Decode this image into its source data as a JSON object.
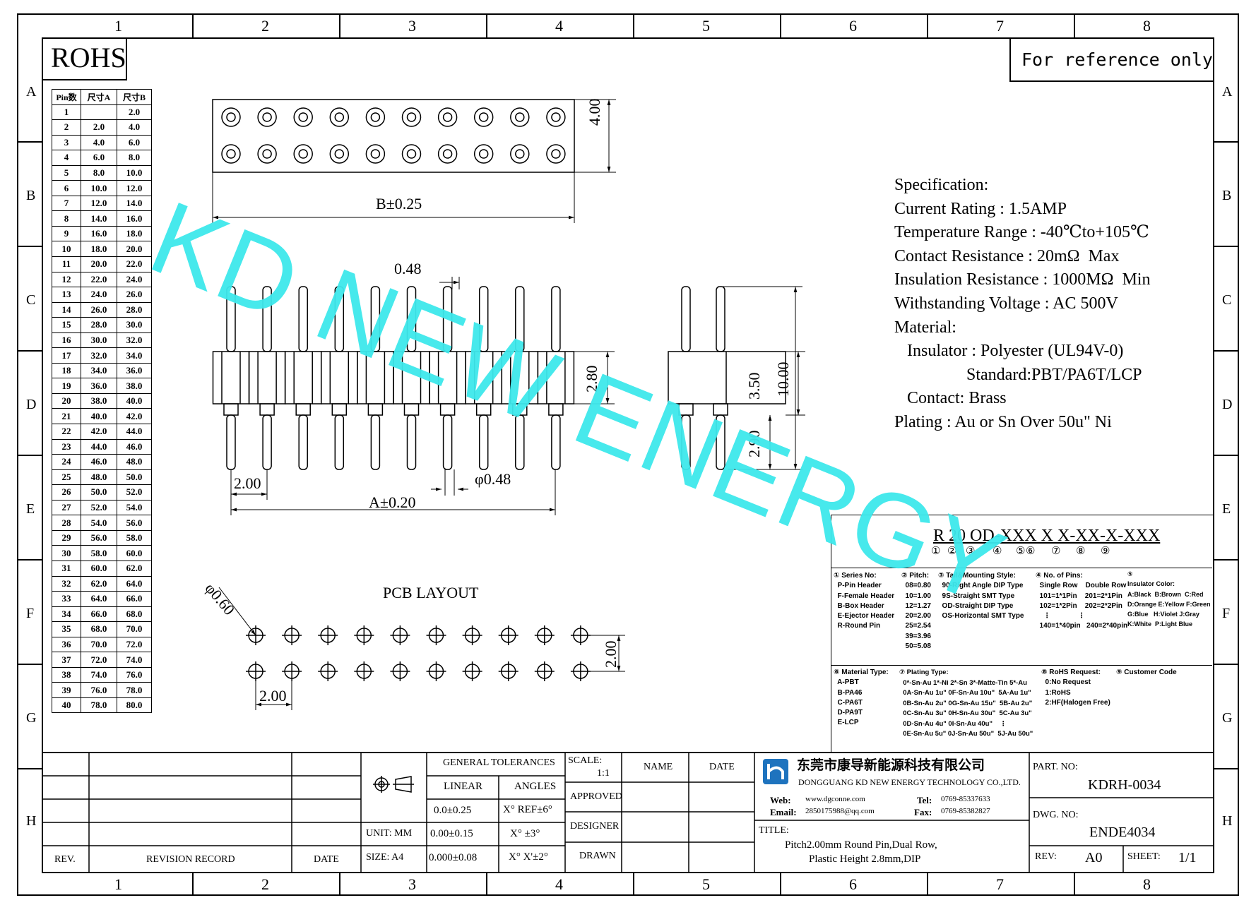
{
  "frame": {
    "columns": [
      "1",
      "2",
      "3",
      "4",
      "5",
      "6",
      "7",
      "8"
    ],
    "rows": [
      "A",
      "B",
      "C",
      "D",
      "E",
      "F",
      "G",
      "H"
    ]
  },
  "rohs_label": "ROHS",
  "reference_label": "For reference only",
  "watermark": "KD NEW ENERGY",
  "pin_table": {
    "headers": [
      "Pin数",
      "尺寸A",
      "尺寸B"
    ],
    "rows": [
      [
        "1",
        "",
        "2.0"
      ],
      [
        "2",
        "2.0",
        "4.0"
      ],
      [
        "3",
        "4.0",
        "6.0"
      ],
      [
        "4",
        "6.0",
        "8.0"
      ],
      [
        "5",
        "8.0",
        "10.0"
      ],
      [
        "6",
        "10.0",
        "12.0"
      ],
      [
        "7",
        "12.0",
        "14.0"
      ],
      [
        "8",
        "14.0",
        "16.0"
      ],
      [
        "9",
        "16.0",
        "18.0"
      ],
      [
        "10",
        "18.0",
        "20.0"
      ],
      [
        "11",
        "20.0",
        "22.0"
      ],
      [
        "12",
        "22.0",
        "24.0"
      ],
      [
        "13",
        "24.0",
        "26.0"
      ],
      [
        "14",
        "26.0",
        "28.0"
      ],
      [
        "15",
        "28.0",
        "30.0"
      ],
      [
        "16",
        "30.0",
        "32.0"
      ],
      [
        "17",
        "32.0",
        "34.0"
      ],
      [
        "18",
        "34.0",
        "36.0"
      ],
      [
        "19",
        "36.0",
        "38.0"
      ],
      [
        "20",
        "38.0",
        "40.0"
      ],
      [
        "21",
        "40.0",
        "42.0"
      ],
      [
        "22",
        "42.0",
        "44.0"
      ],
      [
        "23",
        "44.0",
        "46.0"
      ],
      [
        "24",
        "46.0",
        "48.0"
      ],
      [
        "25",
        "48.0",
        "50.0"
      ],
      [
        "26",
        "50.0",
        "52.0"
      ],
      [
        "27",
        "52.0",
        "54.0"
      ],
      [
        "28",
        "54.0",
        "56.0"
      ],
      [
        "29",
        "56.0",
        "58.0"
      ],
      [
        "30",
        "58.0",
        "60.0"
      ],
      [
        "31",
        "60.0",
        "62.0"
      ],
      [
        "32",
        "62.0",
        "64.0"
      ],
      [
        "33",
        "64.0",
        "66.0"
      ],
      [
        "34",
        "66.0",
        "68.0"
      ],
      [
        "35",
        "68.0",
        "70.0"
      ],
      [
        "36",
        "70.0",
        "72.0"
      ],
      [
        "37",
        "72.0",
        "74.0"
      ],
      [
        "38",
        "74.0",
        "76.0"
      ],
      [
        "39",
        "76.0",
        "78.0"
      ],
      [
        "40",
        "78.0",
        "80.0"
      ]
    ]
  },
  "dimensions": {
    "width_4": "4.00",
    "b_dim": "B±0.25",
    "pin_w": "0.48",
    "h_280": "2.80",
    "h_350": "3.50",
    "h_1000": "10.00",
    "h_290": "2.90",
    "pitch_200": "2.00",
    "dia_048": "φ0.48",
    "a_dim": "A±0.20",
    "pcb_layout": "PCB LAYOUT",
    "pcb_dia": "φ0.60",
    "pcb_row": "2.00",
    "pcb_pitch": "2.00"
  },
  "specification": {
    "lines": [
      "Specification:",
      "Current Rating : 1.5AMP",
      "Temperature Range : -40℃to+105℃",
      "Contact Resistance : 20mΩ  Max",
      "Insulation Resistance : 1000MΩ  Min",
      "Withstanding Voltage : AC 500V",
      "Material:",
      "   Insulator : Polyester (UL94V-0)",
      "                 Standard:PBT/PA6T/LCP",
      "   Contact: Brass",
      "Plating : Au or Sn Over 50u\" Ni"
    ]
  },
  "part_code": {
    "code": "R 20 OD-XXX X X-XX-X-XXX",
    "markers": [
      "①",
      "②",
      "③",
      "④",
      "⑤",
      "⑥",
      "⑦",
      "⑧",
      "⑨"
    ],
    "block1": "① Series No:\n  P-Pin Header\n  F-Female Header\n  B-Box Header\n  E-Ejector Header\n  R-Round Pin",
    "block2": "② Pitch:\n  08=0.80\n  10=1.00\n  12=1.27\n  20=2.00\n  25=2.54\n  39=3.96\n  50=5.08",
    "block3": "③ Tail&Mounting Style:\n  90-Right Angle DIP Type\n  9S-Straight SMT Type\n  OD-Straight DIP Type\n  OS-Horizontal SMT Type",
    "block4": "④ No. of Pins:\n  Single Row    Double Row\n  101=1*1Pin    201=2*1Pin\n  102=1*2Pin    202=2*2Pin\n    ⋮              ⋮\n  140=1*40pin   240=2*40pin",
    "block5": "⑤\nInsulator Color:\nA:Black  B:Brown  C:Red\nD:Orange E:Yellow F:Green\nG:Blue   H:Violet J:Gray\nK:White  P:Light Blue",
    "block6": "⑥ Material Type:\n  A-PBT\n  B-PA46\n  C-PA6T\n  D-PA9T\n  E-LCP",
    "block7": "⑦ Plating Type:\n  0*-Sn-Au 1*-Ni 2*-Sn 3*-Matte-Tin 5*-Au\n  0A-Sn-Au 1u\" 0F-Sn-Au 10u\"  5A-Au 1u\"\n  0B-Sn-Au 2u\" 0G-Sn-Au 15u\"  5B-Au 2u\"\n  0C-Sn-Au 3u\" 0H-Sn-Au 30u\"  5C-Au 3u\"\n  0D-Sn-Au 4u\" 0I-Sn-Au 40u\"    ⋮\n  0E-Sn-Au 5u\" 0J-Sn-Au 50u\"  5J-Au 50u\"",
    "block8": "⑧ RoHS Request:\n  0:No Request\n  1:RoHS\n  2:HF(Halogen Free)",
    "block9": "⑨ Customer Code"
  },
  "title_block": {
    "general_tolerances": "GENERAL TOLERANCES",
    "linear": "LINEAR",
    "angles": "ANGLES",
    "lin1": "0.0±0.25",
    "lin2": "0.00±0.15",
    "lin3": "0.000±0.08",
    "ang1": "X° REF±6°",
    "ang2": "X° ±3°",
    "ang3": "X° X'±2°",
    "unit": "UNIT: MM",
    "size": "SIZE: A4",
    "scale_label": "SCALE:",
    "scale_value": "1:1",
    "name": "NAME",
    "date": "DATE",
    "approved": "APPROVED",
    "designer": "DESIGNER",
    "drawn": "DRAWN",
    "rev": "REV.",
    "revision_record": "REVISION RECORD",
    "rev_date": "DATE",
    "company_cn": "东莞市康导新能源科技有限公司",
    "company_en": "DONGGUANG KD NEW ENERGY TECHNOLOGY CO.,LTD.",
    "web_label": "Web:",
    "web": "www.dgconne.com",
    "email_label": "Email:",
    "email": "2850175988@qq.com",
    "tel_label": "Tel:",
    "tel": "0769-85337633",
    "fax_label": "Fax:",
    "fax": "0769-85382827",
    "title_label": "TITLE:",
    "title_line1": "Pitch2.00mm Round Pin,Dual Row,",
    "title_line2": "Plastic Height 2.8mm,DIP",
    "part_no_label": "PART. NO:",
    "part_no": "KDRH-0034",
    "dwg_no_label": "DWG. NO:",
    "dwg_no": "ENDE4034",
    "rev_label": "REV:",
    "rev_value": "A0",
    "sheet_label": "SHEET:",
    "sheet_value": "1/1"
  }
}
